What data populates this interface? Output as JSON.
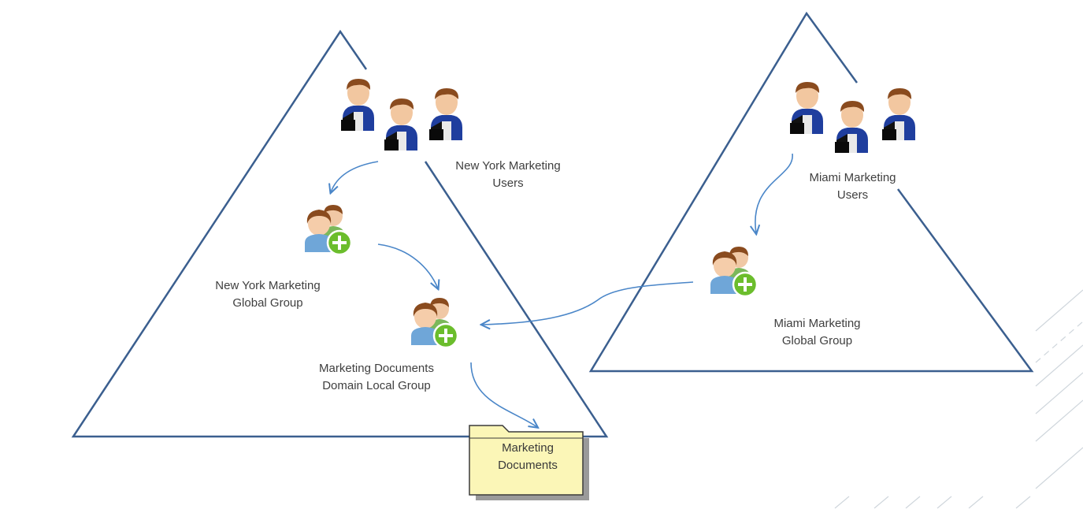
{
  "colors": {
    "triangle_stroke": "#3b5f8f",
    "arrow": "#4a86c8",
    "folder_fill": "#fbf6b7",
    "folder_stroke": "#3a3a3a",
    "user_shirt": "#1f3e9e",
    "group_plus": "#6bbd2c",
    "decoration": "#cfd6dc"
  },
  "nodes": {
    "ny_users": {
      "line1": "New York Marketing",
      "line2": "Users",
      "icon": "users-icon"
    },
    "ny_global": {
      "line1": "New York Marketing",
      "line2": "Global Group",
      "icon": "group-add-icon"
    },
    "dl_group": {
      "line1": "Marketing Documents",
      "line2": "Domain Local Group",
      "icon": "group-add-icon"
    },
    "miami_users": {
      "line1": "Miami Marketing",
      "line2": "Users",
      "icon": "users-icon"
    },
    "miami_global": {
      "line1": "Miami Marketing",
      "line2": "Global Group",
      "icon": "group-add-icon"
    },
    "folder": {
      "line1": "Marketing",
      "line2": "Documents",
      "icon": "folder-icon"
    }
  }
}
